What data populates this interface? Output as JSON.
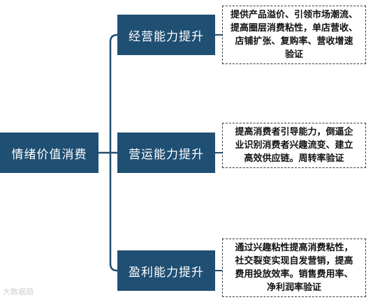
{
  "root": {
    "label": "情绪价值消费"
  },
  "branches": [
    {
      "label": "经营能力提升",
      "note": "提供产品溢价、引领市场潮流、\n提高圈层消费粘性，单店营收、\n店铺扩张、复购率、营收增速\n验证"
    },
    {
      "label": "营运能力提升",
      "note": "提高消费者引导能力，倒逼企\n业识别消费者兴趣流变、建立\n高效供应链。周转率验证"
    },
    {
      "label": "盈利能力提升",
      "note": "通过兴趣粘性提高消费粘性，\n社交裂变实现自发营销，提高\n费用投放效率。销售费用率、\n净利润率验证"
    }
  ],
  "watermark": "大数据局",
  "colors": {
    "node_fill": "#1f4f73",
    "connector": "#1f4f73",
    "note_border": "#2b3a46"
  }
}
